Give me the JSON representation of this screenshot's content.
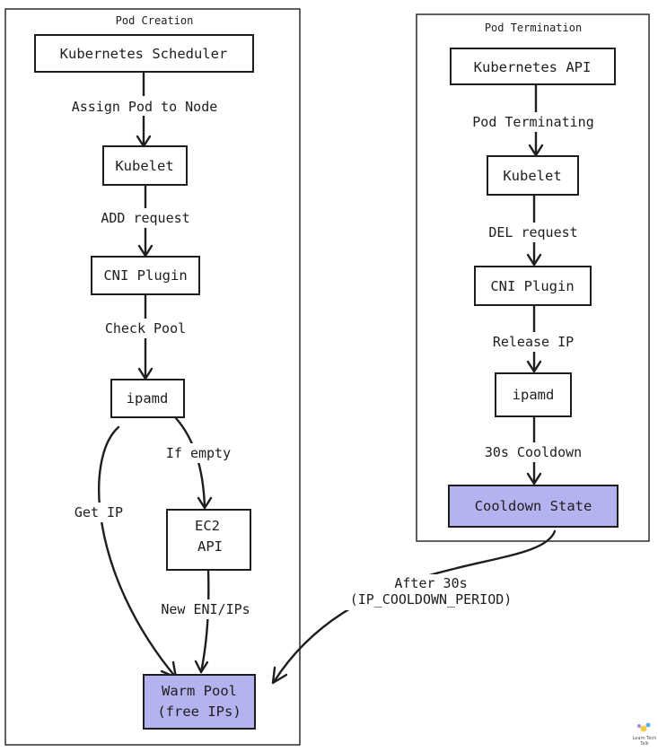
{
  "frames": {
    "creation": "Pod Creation",
    "termination": "Pod Termination"
  },
  "nodes": {
    "scheduler": "Kubernetes Scheduler",
    "kubelet_create": "Kubelet",
    "cni_create": "CNI Plugin",
    "ipamd_create": "ipamd",
    "ec2_line1": "EC2",
    "ec2_line2": "API",
    "warm_line1": "Warm Pool",
    "warm_line2": "(free IPs)",
    "k8s_api": "Kubernetes API",
    "kubelet_term": "Kubelet",
    "cni_term": "CNI Plugin",
    "ipamd_term": "ipamd",
    "cooldown": "Cooldown State"
  },
  "edges": {
    "assign": "Assign Pod to Node",
    "add": "ADD request",
    "check": "Check Pool",
    "empty": "If empty",
    "getip": "Get IP",
    "neweni": "New ENI/IPs",
    "terminating": "Pod Terminating",
    "del": "DEL request",
    "release": "Release IP",
    "cooldown30": "30s Cooldown",
    "after_line1": "After 30s",
    "after_line2": "(IP_COOLDOWN_PERIOD)"
  },
  "logo": {
    "line1": "Learn Tech",
    "line2": "Talk"
  },
  "colors": {
    "highlight": "#b5b2f0",
    "stroke": "#1e1e1e",
    "background": "#ffffff"
  }
}
